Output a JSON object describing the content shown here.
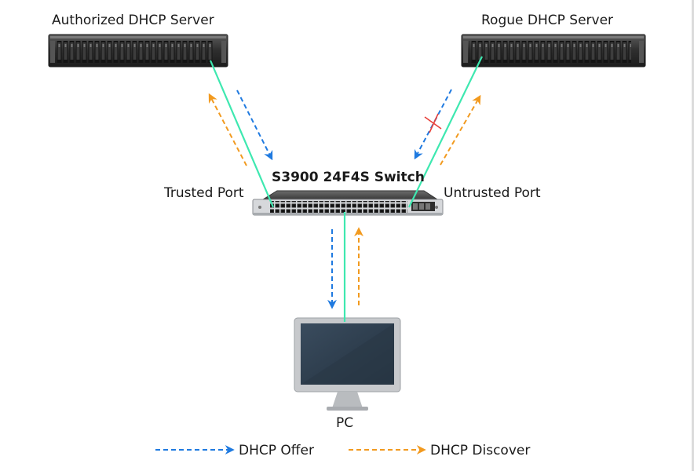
{
  "labels": {
    "authorized_server": "Authorized DHCP Server",
    "rogue_server": "Rogue DHCP Server",
    "switch_name": "S3900 24F4S Switch",
    "trusted_port": "Trusted Port",
    "untrusted_port": "Untrusted Port",
    "pc": "PC"
  },
  "legend": {
    "offer": "DHCP Offer",
    "discover": "DHCP Discover"
  },
  "colors": {
    "offer": "#1f7ae0",
    "discover": "#f29a1f",
    "link": "#3ee8b0",
    "block_mark": "#e8403a"
  }
}
